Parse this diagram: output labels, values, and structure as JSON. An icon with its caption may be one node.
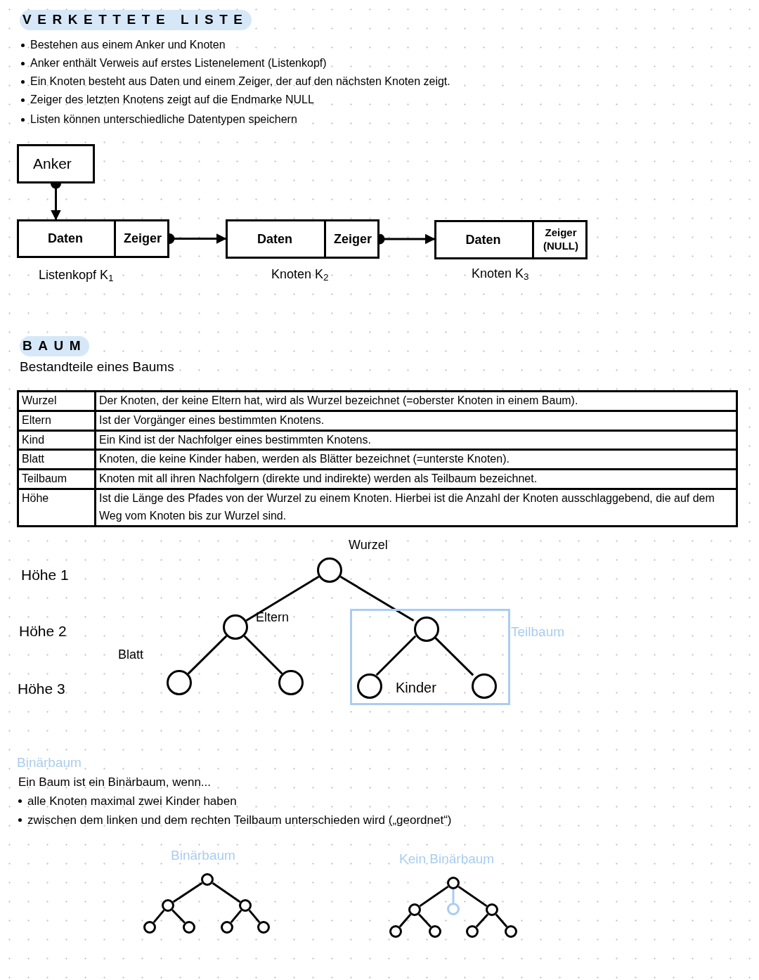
{
  "diagram": {
    "title": "VERKETTETE LISTE",
    "nodes": [
      {
        "text": [
          "Anker"
        ]
      },
      {
        "text": [],
        "shape": "box",
        "beside": [
          "Listenkopf K$_{1}$"
        ]
      },
      {
        "text": [
          "Daten"
        ],
        "in": 1
      },
      {
        "text": [
          "Zeiger"
        ],
        "in": 1
      },
      {
        "text": [],
        "shape": "box",
        "beside": [
          "Knoten K$_{2}$"
        ]
      },
      {
        "text": [
          "Daten"
        ],
        "in": 4
      },
      {
        "text": [
          "Zeiger"
        ],
        "in": 4
      },
      {
        "text": [],
        "shape": "box",
        "beside": [
          "Knoten K$_{3}$"
        ]
      },
      {
        "text": [
          "Daten"
        ],
        "in": 7
      },
      {
        "text": [
          "Zeiger (NULL)"
        ],
        "in": 7
      },
      {
        "text": [],
        "shape": "circle",
        "beside": [
          "Wurzel"
        ]
      },
      {
        "text": [],
        "shape": "circle",
        "beside": [
          "Eltern"
        ]
      },
      {
        "text": [
          "Teilbaum"
        ]
      },
      {
        "text": [],
        "shape": "circle",
        "in": 12
      },
      {
        "text": [],
        "shape": "circle",
        "beside": [
          "Blatt"
        ]
      },
      {
        "text": [],
        "shape": "circle"
      },
      {
        "text": [],
        "shape": "circle",
        "in": 12
      },
      {
        "text": [],
        "shape": "circle",
        "in": 12
      },
      {
        "text": [],
        "shape": "circle"
      },
      {
        "text": [],
        "shape": "circle"
      },
      {
        "text": [],
        "shape": "circle"
      },
      {
        "text": [],
        "shape": "circle"
      },
      {
        "text": [],
        "shape": "circle"
      },
      {
        "text": [],
        "shape": "circle"
      },
      {
        "text": [],
        "shape": "circle"
      },
      {
        "text": [],
        "shape": "circle"
      },
      {
        "text": [],
        "shape": "circle"
      },
      {
        "text": [],
        "shape": "circle"
      },
      {
        "text": [],
        "shape": "circle"
      },
      {
        "text": [],
        "shape": "circle"
      },
      {
        "text": [],
        "shape": "circle"
      },
      {
        "text": [],
        "shape": "circle"
      },
      {
        "text": [],
        "shape": "circle"
      }
    ],
    "edges": [
      {
        "from": 0,
        "to": 1,
        "arrow": "to"
      },
      {
        "from": 3,
        "to": 4,
        "arrow": "to"
      },
      {
        "from": 6,
        "to": 7,
        "arrow": "to"
      },
      {
        "from": 10,
        "to": 11,
        "arrow": "none"
      },
      {
        "from": 10,
        "to": 13,
        "arrow": "none"
      },
      {
        "from": 11,
        "to": 14,
        "arrow": "none"
      },
      {
        "from": 11,
        "to": 15,
        "arrow": "none"
      },
      {
        "from": 13,
        "to": 16,
        "arrow": "none"
      },
      {
        "from": 13,
        "to": 17,
        "arrow": "none"
      },
      {
        "from": 18,
        "to": 19,
        "arrow": "none"
      },
      {
        "from": 18,
        "to": 20,
        "arrow": "none"
      },
      {
        "from": 19,
        "to": 21,
        "arrow": "none"
      },
      {
        "from": 19,
        "to": 22,
        "arrow": "none"
      },
      {
        "from": 20,
        "to": 23,
        "arrow": "none"
      },
      {
        "from": 20,
        "to": 24,
        "arrow": "none"
      },
      {
        "from": 25,
        "to": 26,
        "arrow": "none"
      },
      {
        "from": 25,
        "to": 27,
        "arrow": "none",
        "color": "#a9cdef"
      },
      {
        "from": 25,
        "to": 28,
        "arrow": "none"
      },
      {
        "from": 26,
        "to": 29,
        "arrow": "none"
      },
      {
        "from": 26,
        "to": 30,
        "arrow": "none"
      },
      {
        "from": 28,
        "to": 31,
        "arrow": "none"
      },
      {
        "from": 28,
        "to": 32,
        "arrow": "none"
      }
    ],
    "labels": [
      "Bestehen aus einem Anker und Knoten",
      "Anker enthält Verweis auf erstes Listenelement (Listenkopf)",
      "Ein Knoten besteht aus Daten und einem Zeiger, der auf den nächsten Knoten zeigt.",
      "Zeiger des letzten Knotens zeigt auf die Endmarke NULL",
      "Listen können unterschiedliche Datentypen speichern",
      "BAUM",
      "Bestandteile eines Baums",
      "Wurzel",
      "Der Knoten, der keine Eltern hat, wird als Wurzel bezeichnet (=oberster Knoten in einem Baum).",
      "Eltern",
      "Ist der Vorgänger eines bestimmten Knotens.",
      "Kind",
      "Ein Kind ist der Nachfolger eines bestimmten Knotens.",
      "Blatt",
      "Knoten, die keine Kinder haben, werden als Blätter bezeichnet (=unterste Knoten).",
      "Teilbaum",
      "Knoten mit all ihren Nachfolgern (direkte und indirekte) werden als Teilbaum bezeichnet.",
      "Höhe",
      "Ist die Länge des Pfades von der Wurzel zu einem Knoten. Hierbei ist die Anzahl der Knoten ausschlaggebend, die auf dem Weg vom Knoten bis zur Wurzel sind.",
      "Höhe 1",
      "Höhe 2",
      "Höhe 3",
      "Kinder",
      "Binärbaum",
      "Ein Baum ist ein Binärbaum, wenn...",
      "alle Knoten maximal zwei Kinder haben",
      "zwischen dem linken und dem rechten Teilbaum unterschieden wird („geordnet“)",
      "Binärbaum",
      "Kein Binärbaum"
    ]
  }
}
